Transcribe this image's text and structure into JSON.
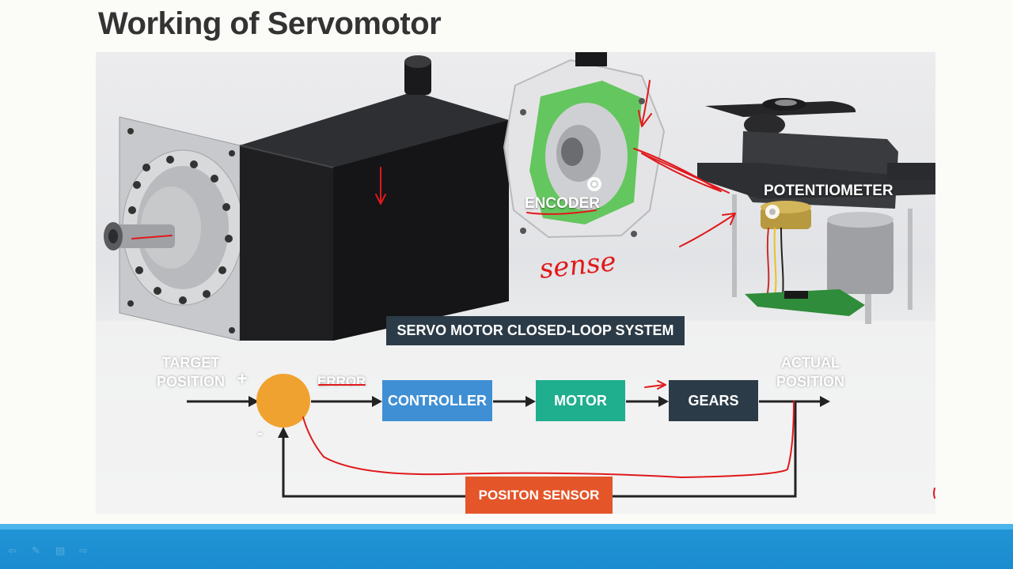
{
  "slide": {
    "title": "Working of Servomotor"
  },
  "figure": {
    "encoder_label": "ENCODER",
    "potentiometer_label": "POTENTIOMETER",
    "system_title": "SERVO MOTOR CLOSED-LOOP SYSTEM",
    "target_position": "TARGET\nPOSITION",
    "plus_sign": "+",
    "minus_sign": "-",
    "error_label": "ERROR",
    "controller_label": "CONTROLLER",
    "motor_label": "MOTOR",
    "gears_label": "GEARS",
    "actual_position": "ACTUAL\nPOSITION",
    "sensor_label": "POSITON SENSOR"
  },
  "colors": {
    "controller": "#3f8fd4",
    "motor": "#1fae8e",
    "gears": "#2b3b47",
    "sensor": "#e4552a",
    "summing_junction": "#f0a230",
    "annotation_ink": "#e0191b",
    "bottom_bar": "#1a8ccf"
  },
  "annotations": {
    "handwritten_word": "sense"
  },
  "nav": {
    "icons": [
      "back-arrow-icon",
      "pen-icon",
      "menu-icon",
      "forward-arrow-icon"
    ]
  }
}
